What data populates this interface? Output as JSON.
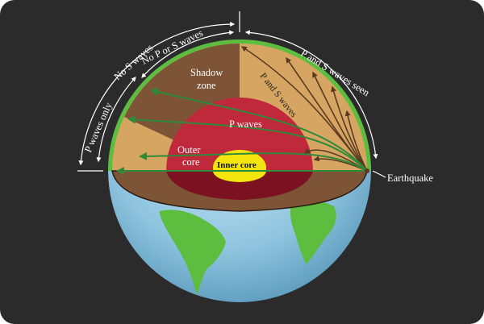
{
  "labels": {
    "no_s_waves": "No S waves",
    "no_p_or_s_waves": "No P or S waves",
    "p_waves_only": "P waves only",
    "p_and_s_waves_seen": "P and S waves seen",
    "shadow_zone_line1": "Shadow",
    "shadow_zone_line2": "zone",
    "p_waves": "P waves",
    "p_and_s_waves": "P and S waves",
    "outer_core_line1": "Outer",
    "outer_core_line2": "core",
    "inner_core": "Inner core",
    "earthquake": "Earthquake"
  },
  "colors": {
    "background": "#2b2b2b",
    "mantle": "#d6a562",
    "crust_shadow": "#7d5536",
    "outer_core": "#c0283c",
    "outer_core_dark": "#7c1221",
    "inner_core": "#f5e50f",
    "ocean": "#8fc4df",
    "land": "#5cbd3f",
    "p_wave_ray": "#2e8a38",
    "s_wave_ray": "#5a3b22"
  }
}
